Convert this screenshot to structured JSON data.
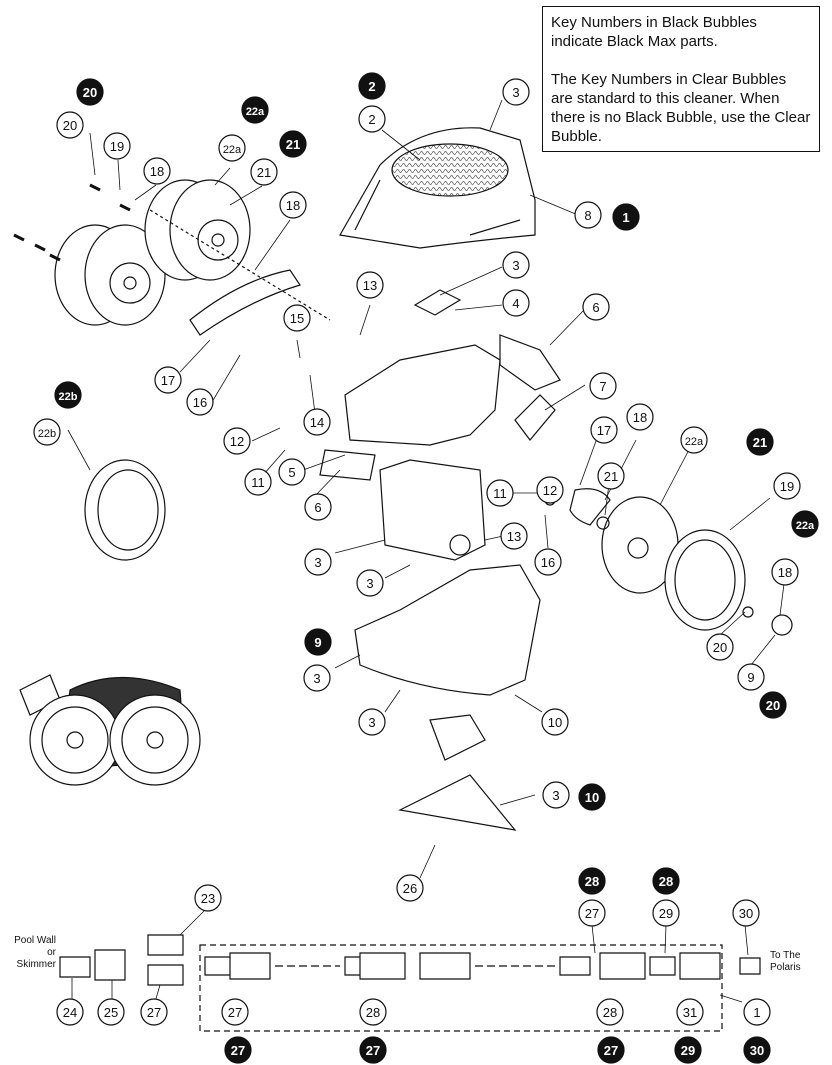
{
  "legend": {
    "line1": "Key Numbers in Black Bubbles indicate Black Max parts.",
    "line2": "The Key Numbers in Clear Bubbles are standard to this cleaner. When there is no Black Bubble, use the Clear Bubble."
  },
  "text_labels": {
    "pool_wall": "Pool Wall or Skimmer",
    "to_polaris": "To The Polaris"
  },
  "clear_bubbles": [
    "20",
    "19",
    "18",
    "22a",
    "21",
    "18",
    "22b",
    "17",
    "16",
    "12",
    "11",
    "14",
    "15",
    "13",
    "2",
    "3",
    "3",
    "4",
    "6",
    "5",
    "6",
    "8",
    "7",
    "3",
    "3",
    "13",
    "12",
    "11",
    "16",
    "17",
    "18",
    "21",
    "22a",
    "19",
    "18",
    "20",
    "9",
    "3",
    "3",
    "10",
    "3",
    "26",
    "23",
    "24",
    "25",
    "27",
    "27",
    "28",
    "27",
    "28",
    "29",
    "31",
    "30",
    "1"
  ],
  "black_bubbles": [
    "20",
    "22a",
    "21",
    "22b",
    "2",
    "1",
    "21",
    "22a",
    "20",
    "9",
    "10",
    "28",
    "28",
    "27",
    "27",
    "27",
    "29",
    "30"
  ],
  "colors": {
    "ink": "#111111",
    "paper": "#ffffff",
    "shade": "#dcdcdc",
    "dark": "#3a3a3a"
  }
}
